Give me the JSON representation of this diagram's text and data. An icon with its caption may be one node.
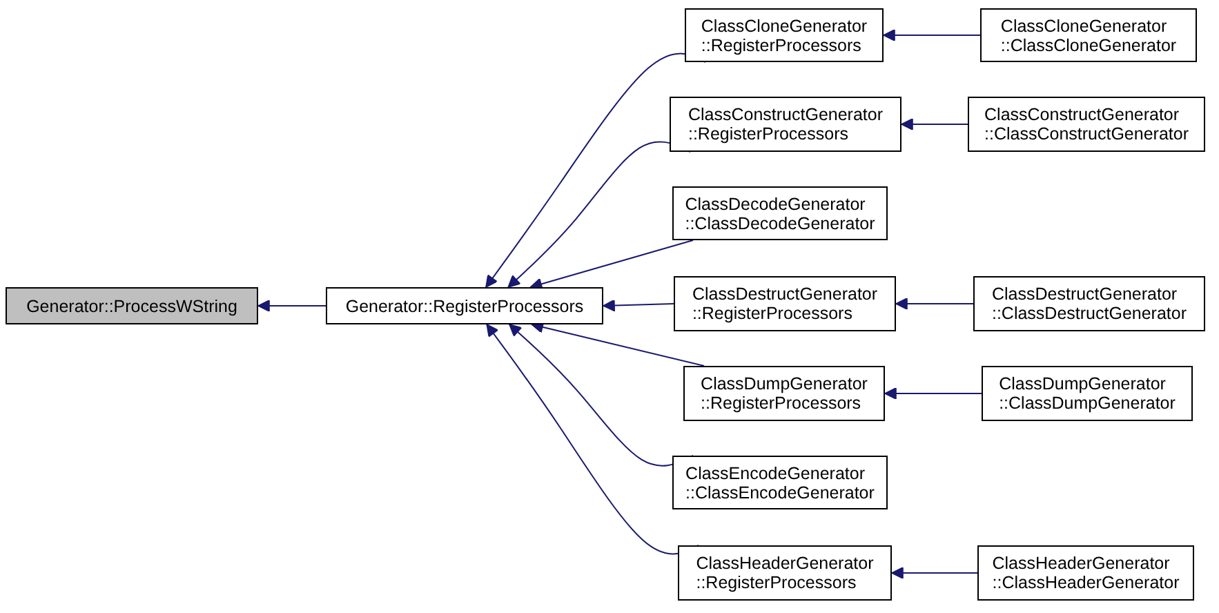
{
  "diagram": {
    "nodes": [
      {
        "text": [
          "Generator::ProcessWString"
        ]
      },
      {
        "text": [
          "Generator::RegisterProcessors"
        ]
      },
      {
        "text": [
          "ClassCloneGenerator ::RegisterProcessors"
        ]
      },
      {
        "text": [
          "ClassCloneGenerator ::ClassCloneGenerator"
        ]
      },
      {
        "text": [
          "ClassConstructGenerator ::RegisterProcessors"
        ]
      },
      {
        "text": [
          "ClassConstructGenerator ::ClassConstructGenerator"
        ]
      },
      {
        "text": [
          "ClassDecodeGenerator ::ClassDecodeGenerator"
        ]
      },
      {
        "text": [
          "ClassDestructGenerator ::RegisterProcessors"
        ]
      },
      {
        "text": [
          "ClassDestructGenerator ::ClassDestructGenerator"
        ]
      },
      {
        "text": [
          "ClassDumpGenerator ::RegisterProcessors"
        ]
      },
      {
        "text": [
          "ClassDumpGenerator ::ClassDumpGenerator"
        ]
      },
      {
        "text": [
          "ClassEncodeGenerator ::ClassEncodeGenerator"
        ]
      },
      {
        "text": [
          "ClassHeaderGenerator ::RegisterProcessors"
        ]
      },
      {
        "text": [
          "ClassHeaderGenerator ::ClassHeaderGenerator"
        ]
      }
    ],
    "edges": [
      {
        "from": 1,
        "to": 0,
        "arrow": "to"
      },
      {
        "from": 2,
        "to": 1,
        "arrow": "to"
      },
      {
        "from": 3,
        "to": 2,
        "arrow": "to"
      },
      {
        "from": 4,
        "to": 1,
        "arrow": "to"
      },
      {
        "from": 5,
        "to": 4,
        "arrow": "to"
      },
      {
        "from": 6,
        "to": 1,
        "arrow": "to"
      },
      {
        "from": 7,
        "to": 1,
        "arrow": "to"
      },
      {
        "from": 8,
        "to": 7,
        "arrow": "to"
      },
      {
        "from": 9,
        "to": 1,
        "arrow": "to"
      },
      {
        "from": 10,
        "to": 9,
        "arrow": "to"
      },
      {
        "from": 11,
        "to": 1,
        "arrow": "to"
      },
      {
        "from": 12,
        "to": 1,
        "arrow": "to"
      },
      {
        "from": 13,
        "to": 12,
        "arrow": "to"
      }
    ]
  }
}
